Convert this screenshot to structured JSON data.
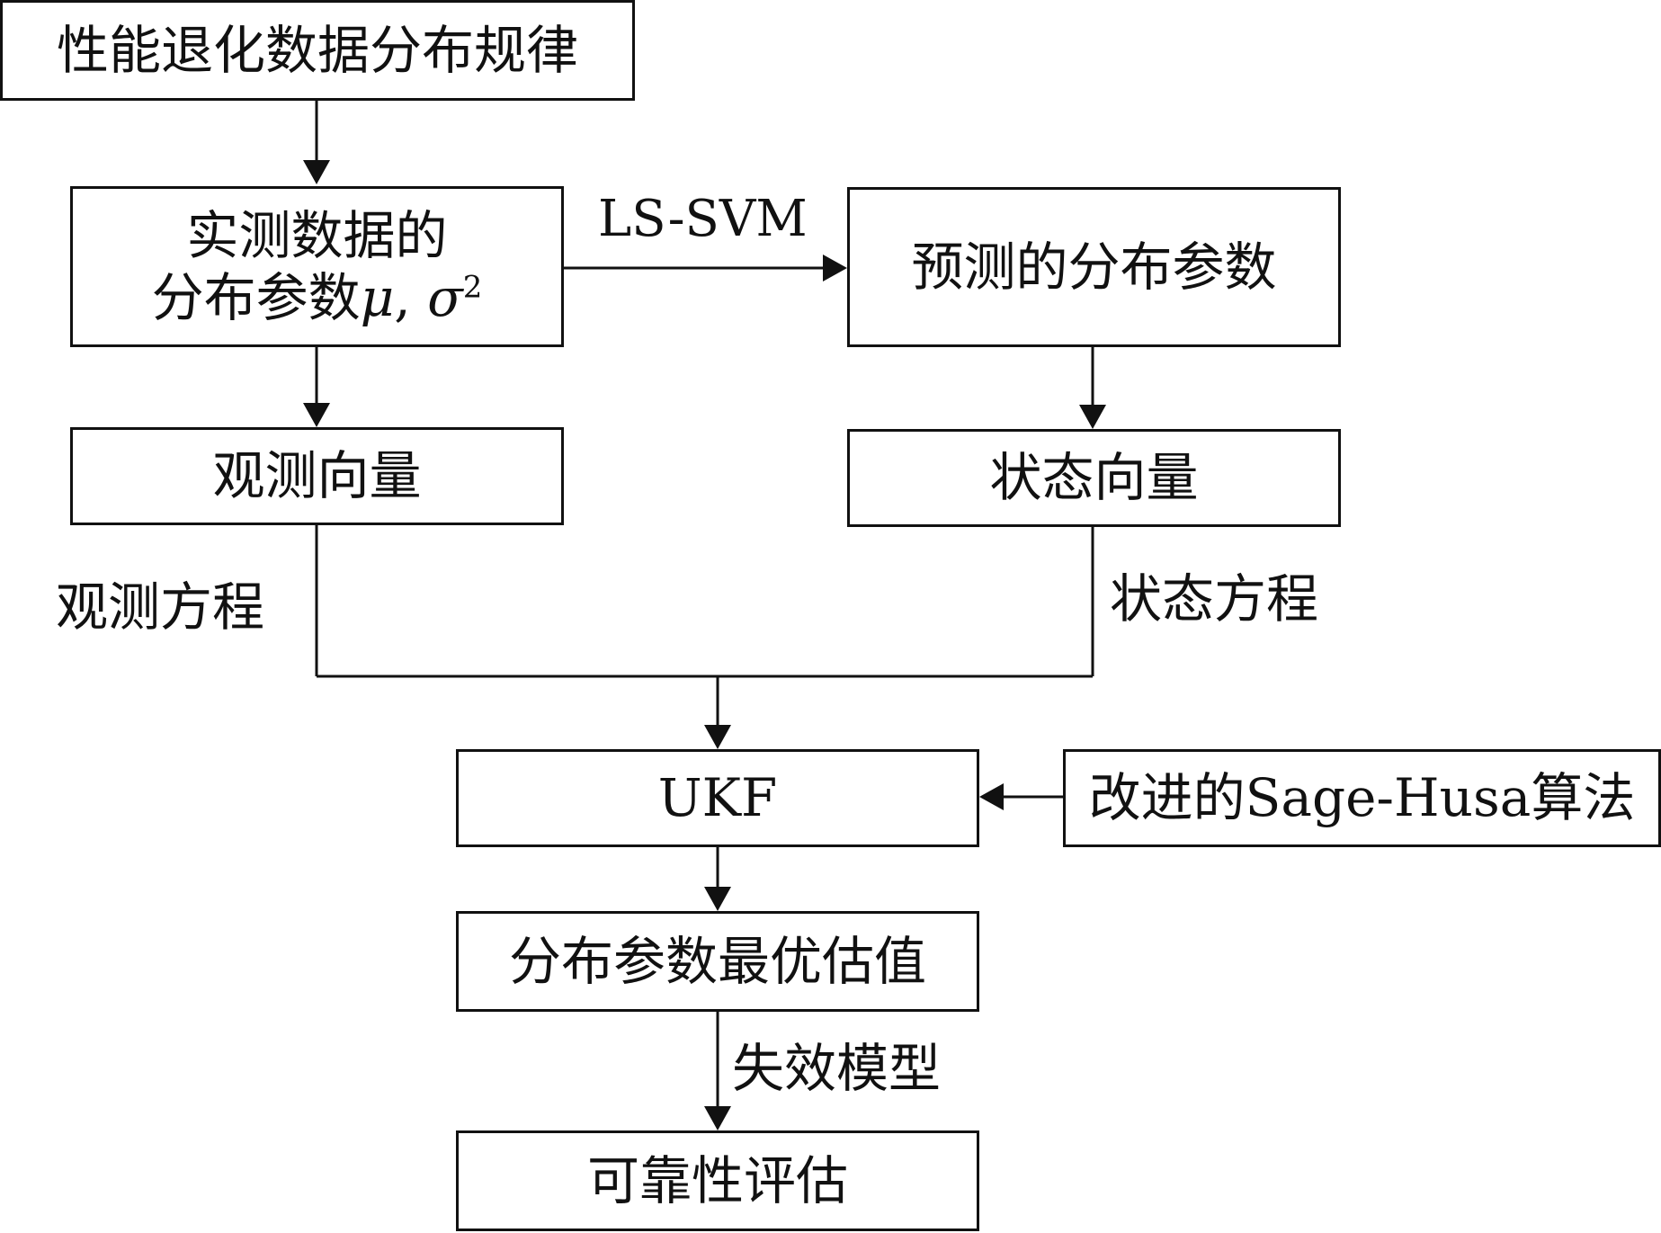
{
  "nodes": {
    "degradation_distribution": "性能退化数据分布规律",
    "measured_params_line1": "实测数据的",
    "measured_params_line2": "分布参数",
    "mu": "μ",
    "comma": ", ",
    "sigma": "σ",
    "sigma_exp": "2",
    "predicted_params": "预测的分布参数",
    "observation_vector": "观测向量",
    "state_vector": "状态向量",
    "ukf": "UKF",
    "improved_sage_husa": "改进的Sage-Husa算法",
    "optimal_estimate": "分布参数最优估值",
    "reliability_assessment": "可靠性评估"
  },
  "edge_labels": {
    "ls_svm": "LS-SVM",
    "observation_equation": "观测方程",
    "state_equation": "状态方程",
    "failure_model": "失效模型"
  },
  "colors": {
    "stroke": "#111111",
    "background": "#ffffff"
  }
}
